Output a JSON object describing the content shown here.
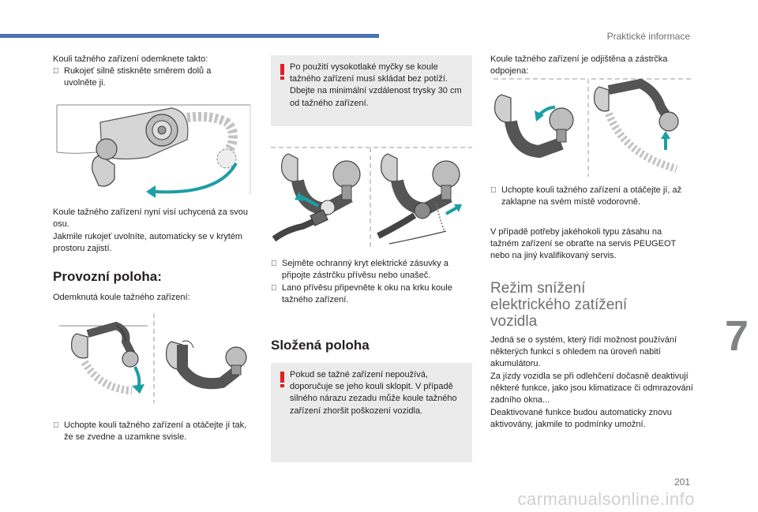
{
  "header": {
    "section_title": "Praktické informace",
    "chapter": "7",
    "page_number": "201"
  },
  "footer": {
    "watermark": "carmanualsonline.info"
  },
  "col1": {
    "intro": "Kouli tažného zařízení odemknete takto:",
    "bullet1": "Rukojeť silně stiskněte směrem dolů a uvolněte ji.",
    "para1": "Koule tažného zařízení nyní visí uchycená za svou osu.",
    "para2": "Jakmile rukojeť uvolníte, automaticky se v krytém prostoru zajistí.",
    "heading": "Provozní poloha:",
    "para3": "Odemknutá koule tažného zařízení:",
    "bullet2": "Uchopte kouli tažného zařízení a otáčejte jí tak, že se zvedne a uzamkne svisle."
  },
  "col2": {
    "warning1": "Po použití vysokotlaké myčky se koule tažného zařízení musí skládat bez potíží. Dbejte na minimální vzdálenost trysky 30 cm od tažného zařízení.",
    "bullet1": "Sejměte ochranný kryt elektrické zásuvky a připojte zástrčku přívěsu nebo unašeč.",
    "bullet2": "Lano přívěsu připevněte k oku na krku koule tažného zařízení.",
    "heading": "Složená poloha",
    "warning2": "Pokud se tažné zařízení nepoužívá, doporučuje se jeho kouli sklopit. V případě silného nárazu zezadu může koule tažného zařízení zhoršit poškození vozidla."
  },
  "col3": {
    "intro": "Koule tažného zařízení je odjištěna a zástrčka odpojena:",
    "bullet1": "Uchopte kouli tažného zařízení a otáčejte jí, až zaklapne na svém místě vodorovně.",
    "para1": "V případě potřeby jakéhokoli typu zásahu na tažném zařízení se obraťte na servis PEUGEOT nebo na jiný kvalifikovaný servis.",
    "heading": "Režim snížení elektrického zatížení vozidla",
    "para2": "Jedná se o systém, který řídí možnost používání některých funkcí s ohledem na úroveň nabití akumulátoru.",
    "para3": "Za jízdy vozidla se při odlehčení dočasně deaktivují některé funkce, jako jsou klimatizace či odmrazování zadního okna...",
    "para4": "Deaktivované funkce budou automaticky znovu aktivovány, jakmile to podmínky umožní."
  },
  "icons": {
    "bullet": "bullet-square-icon",
    "warning": "warning-exclamation-icon"
  },
  "colors": {
    "accent": "#4a73b5",
    "warning": "#e31e24",
    "arrow": "#1a9fa4",
    "box": "#ebebeb"
  }
}
